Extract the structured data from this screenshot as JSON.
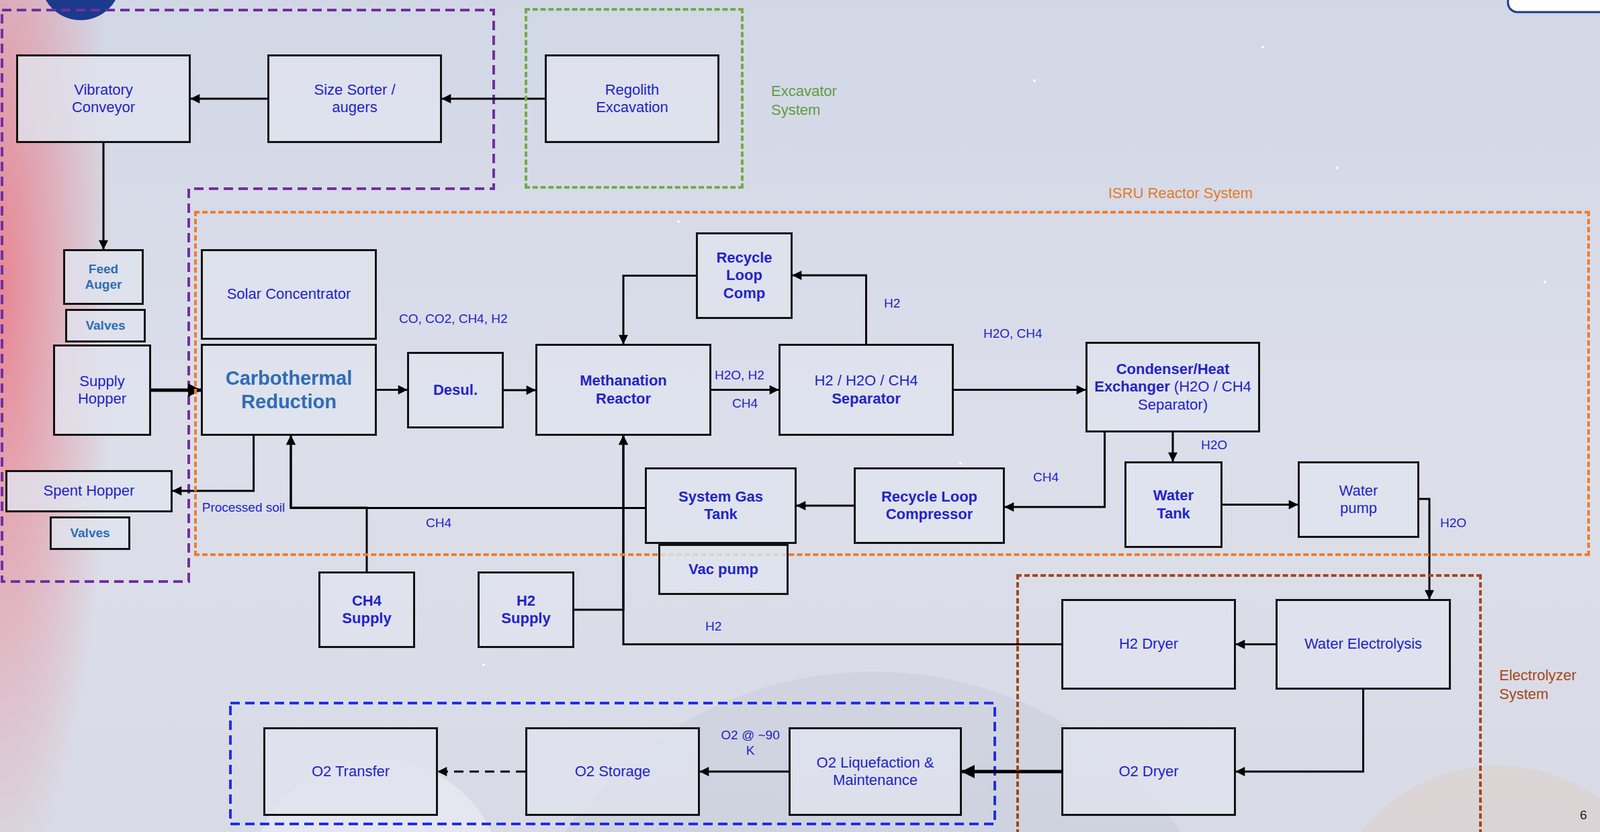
{
  "diagram": {
    "nodes": [
      {
        "text": [
          "Vibratory Conveyor"
        ]
      },
      {
        "text": [
          "Size Sorter / augers"
        ]
      },
      {
        "text": [
          "Excavator System"
        ]
      },
      {
        "text": [
          "Regolith Excavation"
        ],
        "in": 2
      },
      {
        "text": [
          "ISRU Reactor System"
        ]
      },
      {
        "text": [
          "Recycle Loop Comp"
        ],
        "in": 4
      },
      {
        "text": [
          "Feed Auger"
        ]
      },
      {
        "text": [
          "Valves"
        ]
      },
      {
        "text": [
          "Solar Concentrator"
        ],
        "in": 4
      },
      {
        "text": [
          "Supply Hopper"
        ]
      },
      {
        "text": [
          "Carbothermal Reduction"
        ],
        "in": 4
      },
      {
        "text": [
          "Desul."
        ],
        "in": 4
      },
      {
        "text": [
          "Methanation Reactor"
        ],
        "in": 4
      },
      {
        "text": [
          "H2 / H2O / CH4",
          "Separator"
        ],
        "in": 4
      },
      {
        "text": [
          "Condenser/Heat Exchanger",
          "(H2O / CH4 Separator)"
        ],
        "in": 4
      },
      {
        "text": [
          "Water Tank"
        ],
        "in": 4
      },
      {
        "text": [
          "Water pump"
        ],
        "in": 4
      },
      {
        "text": [
          "Spent Hopper"
        ]
      },
      {
        "text": [
          "Valves"
        ]
      },
      {
        "text": [
          "System Gas Tank"
        ],
        "in": 4
      },
      {
        "text": [
          "Recycle Loop Compressor"
        ],
        "in": 4
      },
      {
        "text": [
          "Vac pump"
        ]
      },
      {
        "text": [
          "CH4 Supply"
        ]
      },
      {
        "text": [
          "H2 Supply"
        ]
      },
      {
        "text": [
          "Electrolyzer System"
        ]
      },
      {
        "text": [
          "H2 Dryer"
        ],
        "in": 24
      },
      {
        "text": [
          "Water Electrolysis"
        ],
        "in": 24
      },
      {
        "text": [
          "O2 Transfer"
        ]
      },
      {
        "text": [
          "O2 Storage"
        ]
      },
      {
        "text": [
          "O2 Liquefaction & Maintenance"
        ]
      },
      {
        "text": [
          "O2 Dryer"
        ],
        "in": 24
      }
    ],
    "edges": [
      {
        "from": 3,
        "to": 1,
        "arrow": "to"
      },
      {
        "from": 1,
        "to": 0,
        "arrow": "to"
      },
      {
        "from": 0,
        "to": 6,
        "arrow": "to"
      },
      {
        "from": 9,
        "to": 10,
        "arrow": "to"
      },
      {
        "from": 10,
        "to": 17,
        "label": "Processed soil",
        "arrow": "to"
      },
      {
        "from": 10,
        "to": 11,
        "label": "CO, CO2, CH4, H2",
        "arrow": "to"
      },
      {
        "from": 11,
        "to": 12,
        "arrow": "to"
      },
      {
        "from": 12,
        "to": 13,
        "label": "H2O, H2",
        "arrow": "to"
      },
      {
        "from": 13,
        "to": 5,
        "label": "H2",
        "arrow": "to"
      },
      {
        "from": 5,
        "to": 12,
        "arrow": "to"
      },
      {
        "from": 13,
        "to": 14,
        "label": "H2O, CH4",
        "arrow": "to"
      },
      {
        "from": 14,
        "to": 15,
        "label": "H2O",
        "arrow": "to"
      },
      {
        "from": 14,
        "to": 20,
        "label": "CH4",
        "arrow": "to"
      },
      {
        "from": 20,
        "to": 19,
        "arrow": "to"
      },
      {
        "from": 19,
        "to": 10,
        "label": "CH4",
        "arrow": "to"
      },
      {
        "from": 22,
        "to": 10,
        "arrow": "to"
      },
      {
        "from": 23,
        "to": 12,
        "arrow": "to"
      },
      {
        "from": 25,
        "to": 12,
        "label": "H2",
        "arrow": "to"
      },
      {
        "from": 15,
        "to": 16,
        "arrow": "to"
      },
      {
        "from": 16,
        "to": 26,
        "label": "H2O",
        "arrow": "to"
      },
      {
        "from": 26,
        "to": 25,
        "arrow": "to"
      },
      {
        "from": 26,
        "to": 30,
        "arrow": "to"
      },
      {
        "from": 30,
        "to": 29,
        "arrow": "to"
      },
      {
        "from": 29,
        "to": 28,
        "label": "O2 @ ~90 K",
        "arrow": "to"
      },
      {
        "from": 28,
        "to": 27,
        "arrow": "to"
      }
    ],
    "labels": [
      "CH4",
      "6"
    ]
  }
}
